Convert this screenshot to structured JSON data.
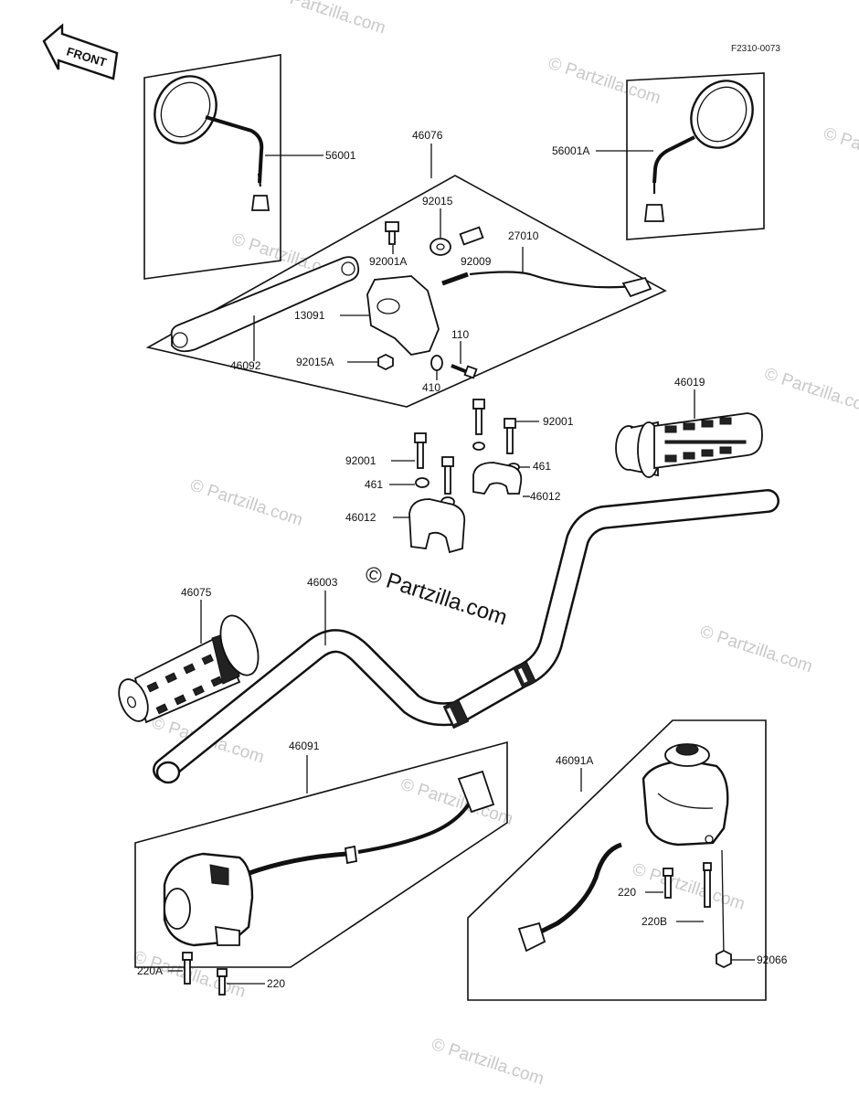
{
  "diagram_code": "F2310-0073",
  "front_label": "FRONT",
  "watermark_main": "© Partzilla.com",
  "watermark_faint": "© Partzilla.com",
  "labels": {
    "p56001": "56001",
    "p56001A": "56001A",
    "p46076": "46076",
    "p92015": "92015",
    "p27010": "27010",
    "p92001A": "92001A",
    "p92009": "92009",
    "p13091": "13091",
    "p110": "110",
    "p46092": "46092",
    "p92015A": "92015A",
    "p410": "410",
    "p46019": "46019",
    "p92001_right": "92001",
    "p92001_left": "92001",
    "p461_right": "461",
    "p461_left": "461",
    "p46012_right": "46012",
    "p46012_left": "46012",
    "p46075": "46075",
    "p46003": "46003",
    "p46091": "46091",
    "p46091A": "46091A",
    "p220_right": "220",
    "p220B": "220B",
    "p92066": "92066",
    "p220A": "220A",
    "p220_left": "220"
  }
}
